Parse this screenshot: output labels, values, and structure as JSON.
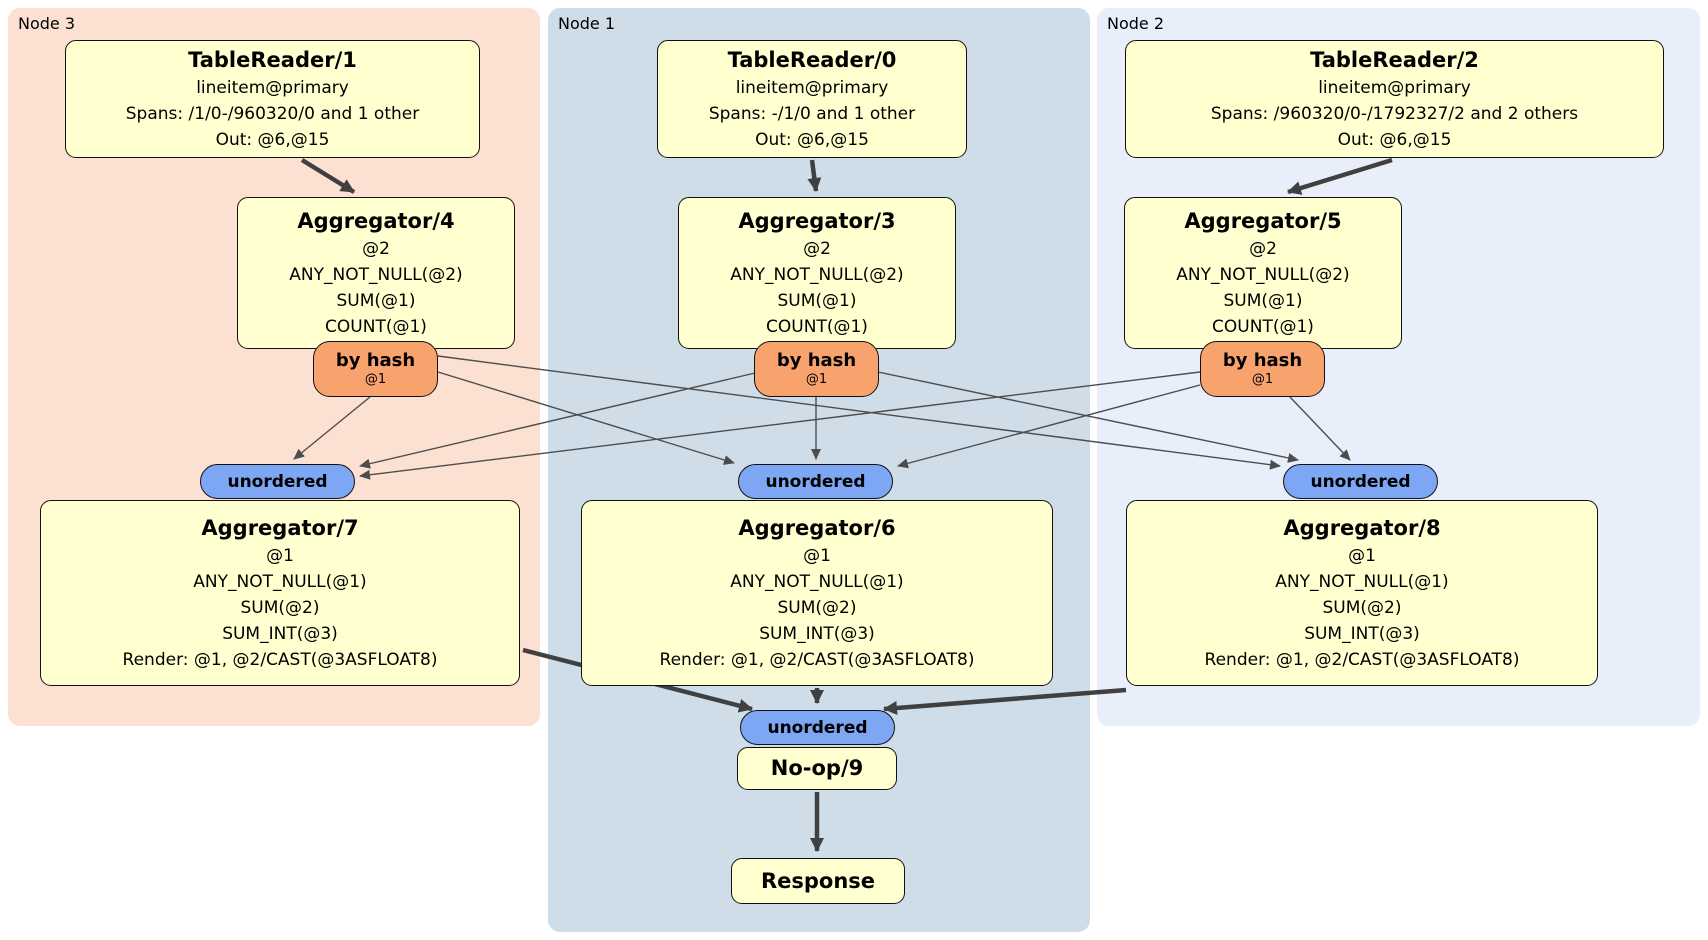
{
  "regions": [
    {
      "id": "node3",
      "label": "Node 3"
    },
    {
      "id": "node1",
      "label": "Node 1"
    },
    {
      "id": "node2",
      "label": "Node 2"
    }
  ],
  "boxes": {
    "tr1": {
      "title": "TableReader/1",
      "lines": [
        "lineitem@primary",
        "Spans: /1/0-/960320/0 and 1 other",
        "Out: @6,@15"
      ]
    },
    "tr0": {
      "title": "TableReader/0",
      "lines": [
        "lineitem@primary",
        "Spans: -/1/0 and 1 other",
        "Out: @6,@15"
      ]
    },
    "tr2": {
      "title": "TableReader/2",
      "lines": [
        "lineitem@primary",
        "Spans: /960320/0-/1792327/2 and 2 others",
        "Out: @6,@15"
      ]
    },
    "ag4": {
      "title": "Aggregator/4",
      "lines": [
        "@2",
        "ANY_NOT_NULL(@2)",
        "SUM(@1)",
        "COUNT(@1)"
      ]
    },
    "ag3": {
      "title": "Aggregator/3",
      "lines": [
        "@2",
        "ANY_NOT_NULL(@2)",
        "SUM(@1)",
        "COUNT(@1)"
      ]
    },
    "ag5": {
      "title": "Aggregator/5",
      "lines": [
        "@2",
        "ANY_NOT_NULL(@2)",
        "SUM(@1)",
        "COUNT(@1)"
      ]
    },
    "ag7": {
      "title": "Aggregator/7",
      "lines": [
        "@1",
        "ANY_NOT_NULL(@1)",
        "SUM(@2)",
        "SUM_INT(@3)",
        "Render: @1, @2/CAST(@3ASFLOAT8)"
      ]
    },
    "ag6": {
      "title": "Aggregator/6",
      "lines": [
        "@1",
        "ANY_NOT_NULL(@1)",
        "SUM(@2)",
        "SUM_INT(@3)",
        "Render: @1, @2/CAST(@3ASFLOAT8)"
      ]
    },
    "ag8": {
      "title": "Aggregator/8",
      "lines": [
        "@1",
        "ANY_NOT_NULL(@1)",
        "SUM(@2)",
        "SUM_INT(@3)",
        "Render: @1, @2/CAST(@3ASFLOAT8)"
      ]
    },
    "noop": {
      "title": "No-op/9"
    },
    "response": {
      "title": "Response"
    }
  },
  "router": {
    "label": "by hash",
    "detail": "@1"
  },
  "stream": {
    "label": "unordered"
  },
  "colors": {
    "region_node3": "#fce0d1",
    "region_node1": "#cfdde8",
    "region_node2": "#e8effa",
    "box_fill": "#ffffcf",
    "box_border": "#111111",
    "router_fill": "#f8a26e",
    "stream_fill": "#7da6f5",
    "edge_thin": "#4d4d4d",
    "edge_thick": "#404040"
  }
}
